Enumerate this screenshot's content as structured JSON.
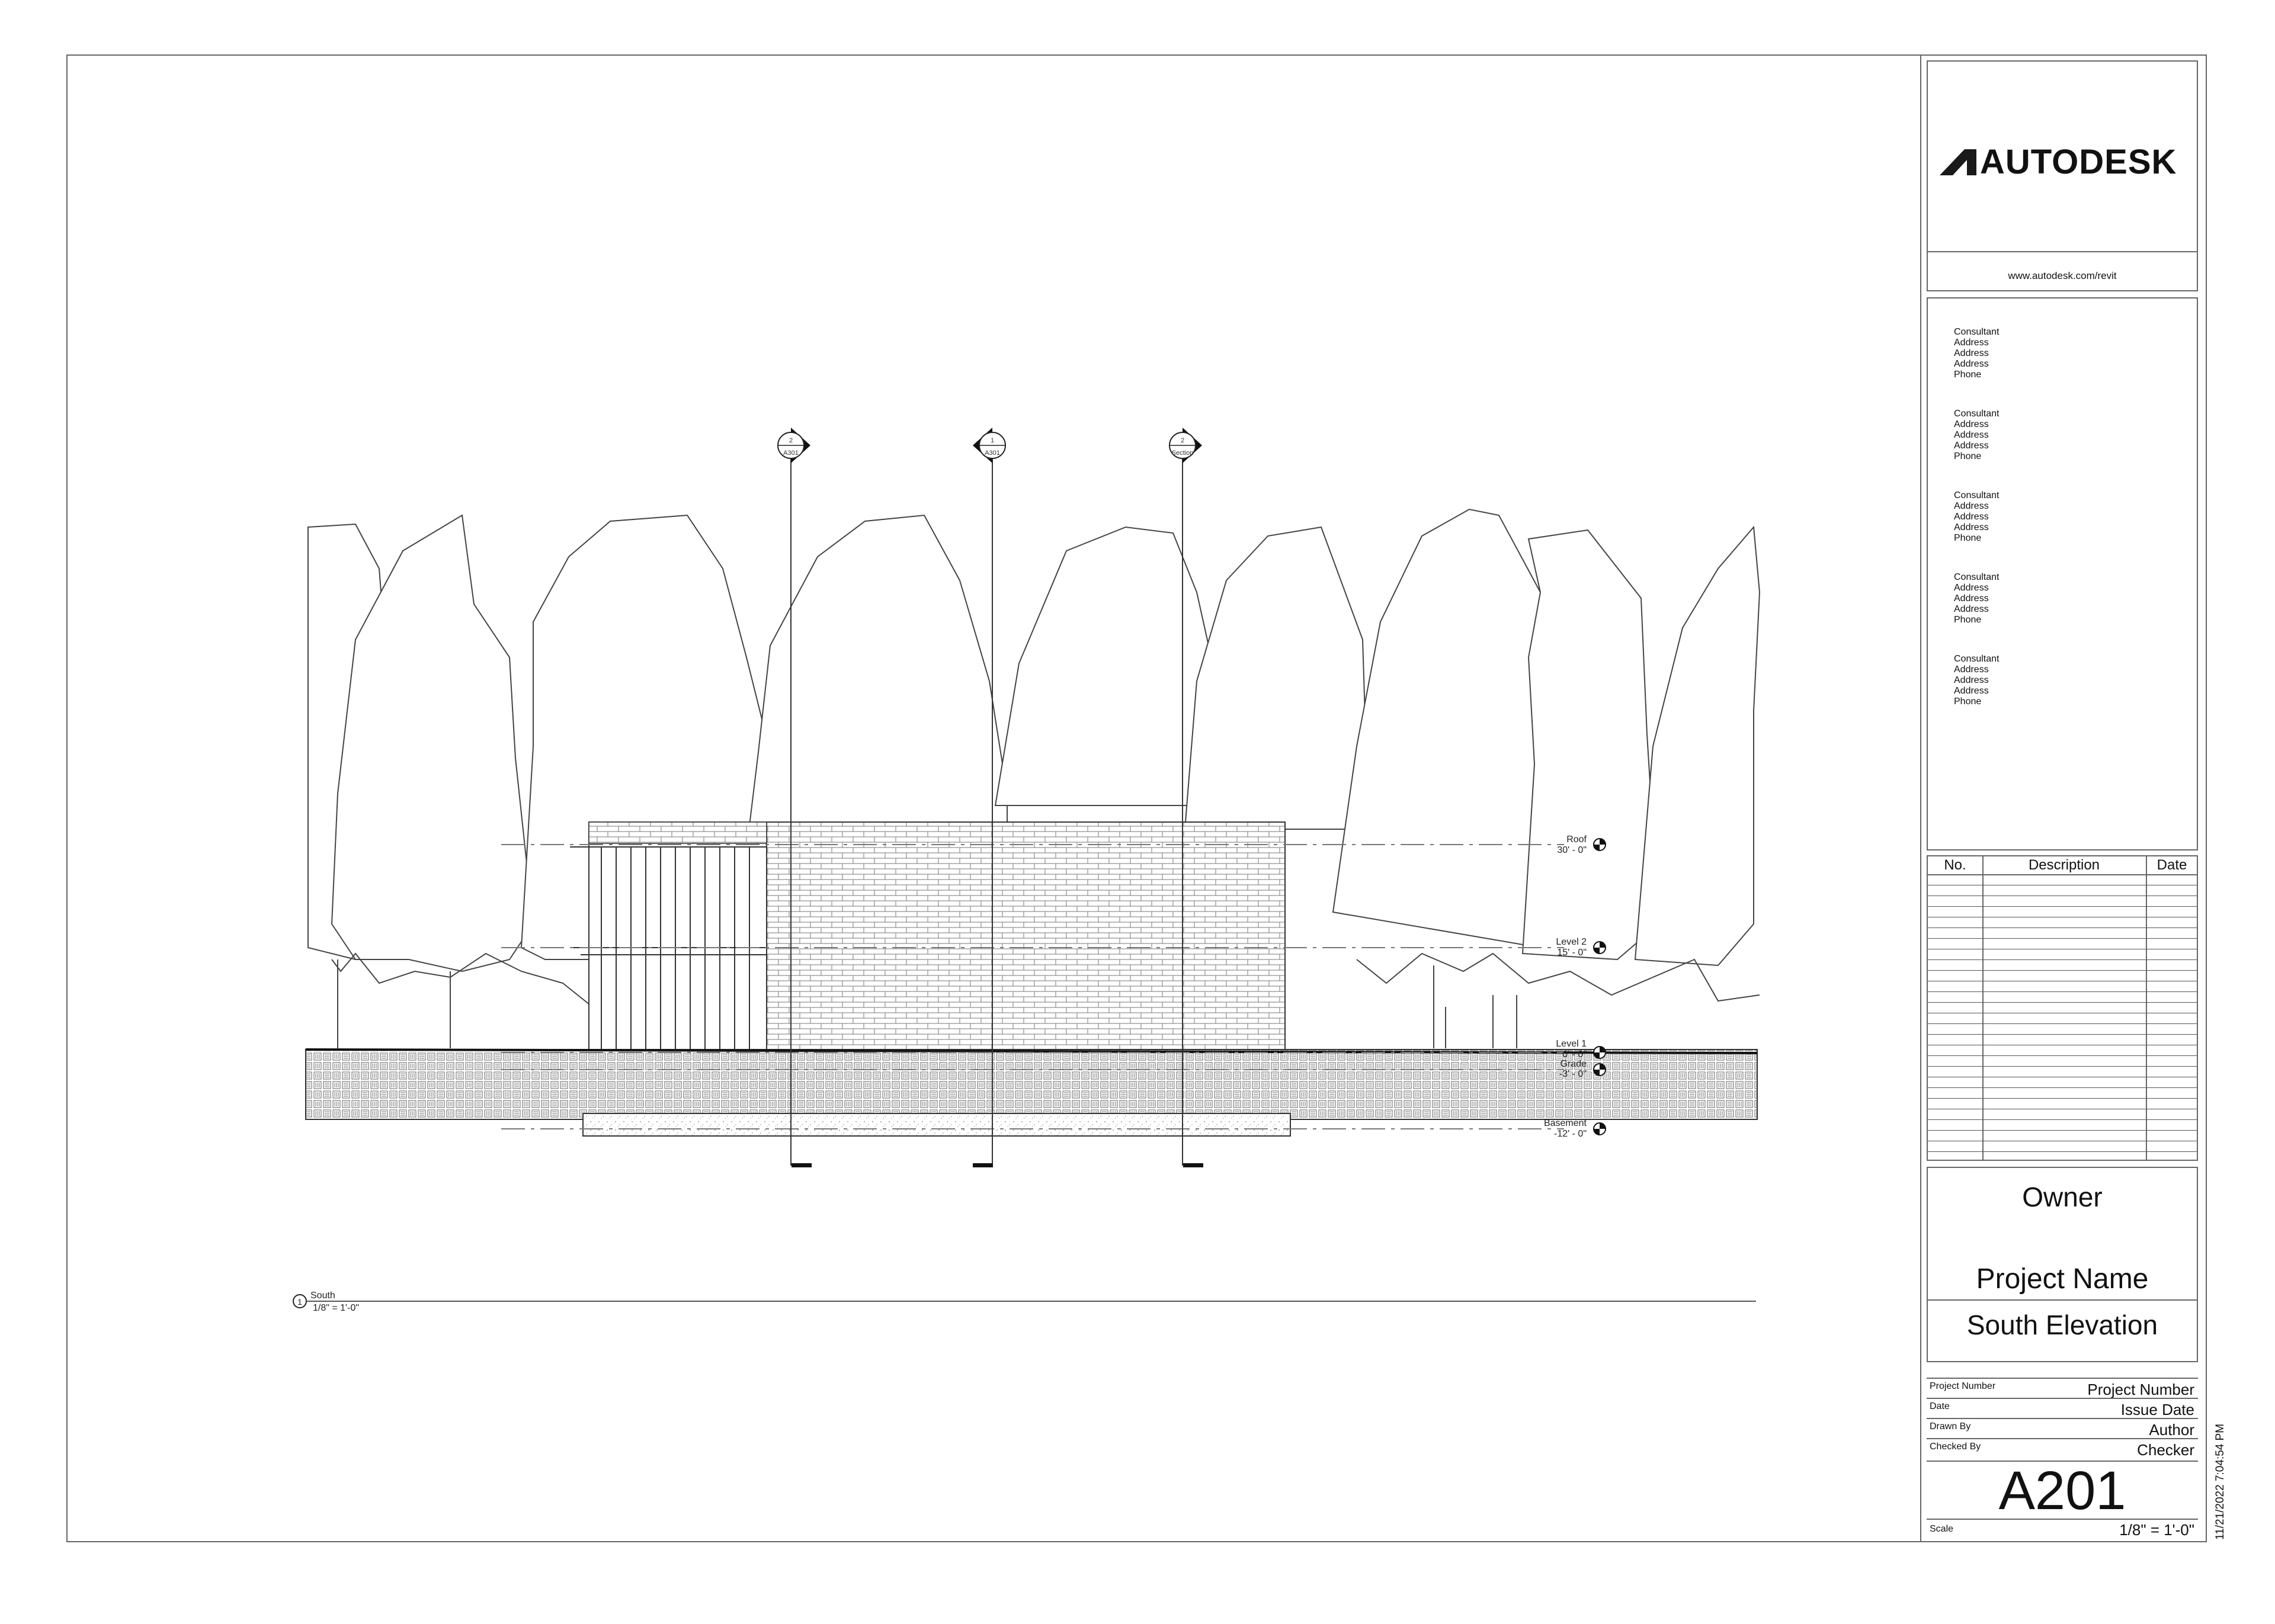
{
  "logo": {
    "brand": "AUTODESK",
    "url": "www.autodesk.com/revit"
  },
  "consultants": [
    {
      "name": "Consultant",
      "lines": [
        "Address",
        "Address",
        "Address",
        "Phone"
      ]
    },
    {
      "name": "Consultant",
      "lines": [
        "Address",
        "Address",
        "Address",
        "Phone"
      ]
    },
    {
      "name": "Consultant",
      "lines": [
        "Address",
        "Address",
        "Address",
        "Phone"
      ]
    },
    {
      "name": "Consultant",
      "lines": [
        "Address",
        "Address",
        "Address",
        "Phone"
      ]
    },
    {
      "name": "Consultant",
      "lines": [
        "Address",
        "Address",
        "Address",
        "Phone"
      ]
    }
  ],
  "revisions": {
    "headers": {
      "no": "No.",
      "description": "Description",
      "date": "Date"
    }
  },
  "info": {
    "owner": "Owner",
    "project_name": "Project Name",
    "sheet_name": "South Elevation"
  },
  "fields": [
    {
      "label": "Project Number",
      "value": "Project Number"
    },
    {
      "label": "Date",
      "value": "Issue Date"
    },
    {
      "label": "Drawn By",
      "value": "Author"
    },
    {
      "label": "Checked By",
      "value": "Checker"
    }
  ],
  "sheet_number": "A201",
  "scale": {
    "label": "Scale",
    "value": "1/8\" = 1'-0\""
  },
  "timestamp": "11/21/2022 7:04:54 PM",
  "drawing": {
    "view_number": "1",
    "view_name": "South",
    "view_scale": "1/8\" = 1'-0\"",
    "levels": [
      {
        "name": "Roof",
        "elevation": "30' - 0\""
      },
      {
        "name": "Level 2",
        "elevation": "15' - 0\""
      },
      {
        "name": "Level 1",
        "elevation": "0' - 0\""
      },
      {
        "name": "Grade",
        "elevation": "-3' - 0\""
      },
      {
        "name": "Basement",
        "elevation": "-12' - 0\""
      }
    ],
    "section_marks": [
      {
        "number": "2",
        "sheet": "A301"
      },
      {
        "number": "1",
        "sheet": "A301"
      },
      {
        "number": "2",
        "sheet": "Section"
      }
    ]
  }
}
